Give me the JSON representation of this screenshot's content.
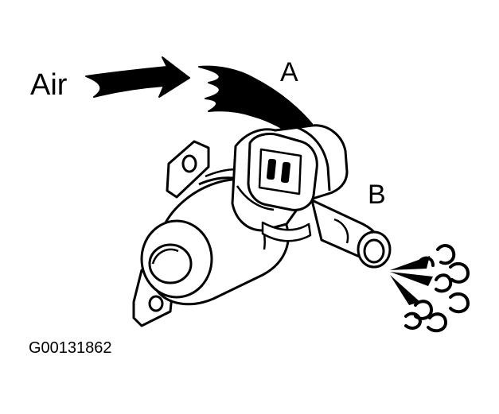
{
  "labels": {
    "air": "Air",
    "port_a": "A",
    "port_b": "B"
  },
  "figure_id": "G00131862",
  "colors": {
    "ink": "#000000",
    "paper": "#ffffff"
  }
}
